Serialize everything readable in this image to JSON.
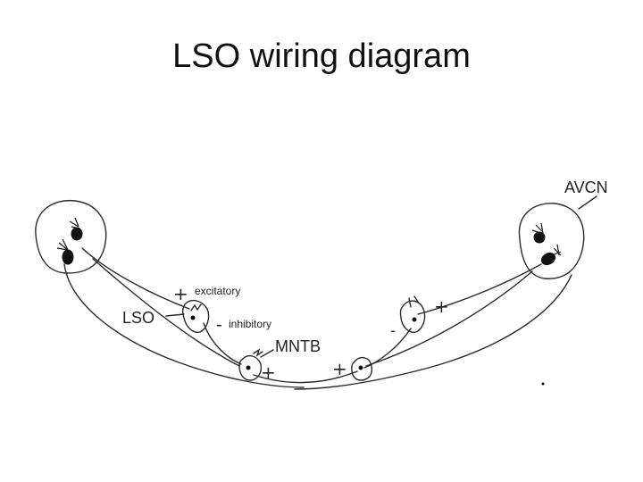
{
  "title": "LSO wiring diagram",
  "labels": {
    "avcn": "AVCN",
    "lso": "LSO",
    "mntb": "MNTB",
    "excitatory": "excitatory",
    "inhibitory": "inhibitory"
  },
  "signs": {
    "plus": "+",
    "minus": "-"
  },
  "colors": {
    "ink": "#222222",
    "background": "#ffffff"
  }
}
